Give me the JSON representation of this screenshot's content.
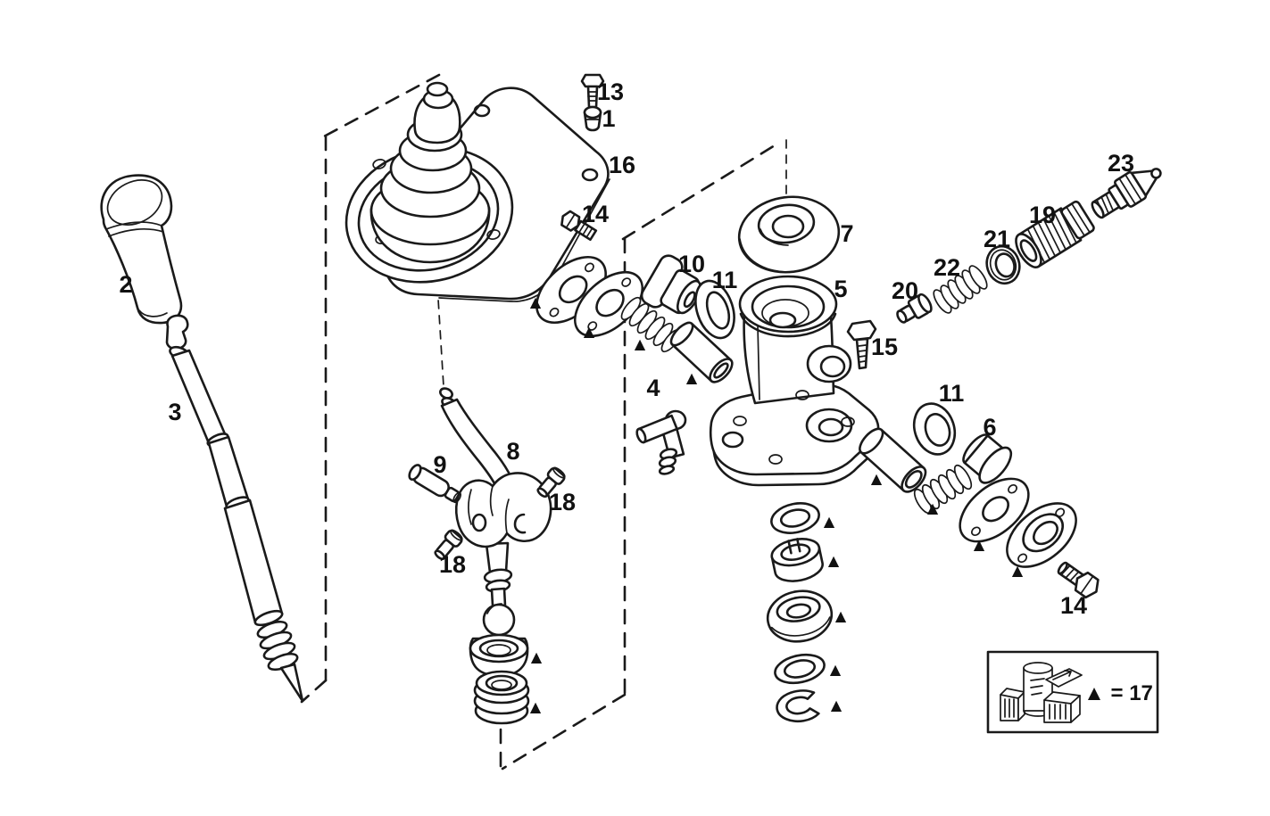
{
  "figure": {
    "kind": "exploded-parts-line-drawing",
    "paper_color": "#ffffff",
    "ink_color": "#1a1a1a"
  },
  "labels": [
    {
      "id": "part-2",
      "text": "2"
    },
    {
      "id": "part-3",
      "text": "3"
    },
    {
      "id": "part-13",
      "text": "13"
    },
    {
      "id": "part-1",
      "text": "1"
    },
    {
      "id": "part-16",
      "text": "16"
    },
    {
      "id": "part-14-top",
      "text": "14"
    },
    {
      "id": "part-10",
      "text": "10"
    },
    {
      "id": "part-11-left",
      "text": "11"
    },
    {
      "id": "part-7",
      "text": "7"
    },
    {
      "id": "part-5",
      "text": "5"
    },
    {
      "id": "part-4",
      "text": "4"
    },
    {
      "id": "part-15",
      "text": "15"
    },
    {
      "id": "part-20",
      "text": "20"
    },
    {
      "id": "part-22",
      "text": "22"
    },
    {
      "id": "part-21",
      "text": "21"
    },
    {
      "id": "part-19",
      "text": "19"
    },
    {
      "id": "part-23",
      "text": "23"
    },
    {
      "id": "part-9",
      "text": "9"
    },
    {
      "id": "part-8",
      "text": "8"
    },
    {
      "id": "part-18-right",
      "text": "18"
    },
    {
      "id": "part-18-left",
      "text": "18"
    },
    {
      "id": "part-11-right",
      "text": "11"
    },
    {
      "id": "part-6",
      "text": "6"
    },
    {
      "id": "part-14-bottom",
      "text": "14"
    }
  ],
  "markers": {
    "symbol": "▲"
  },
  "legend": {
    "label": "▲ = 17"
  }
}
